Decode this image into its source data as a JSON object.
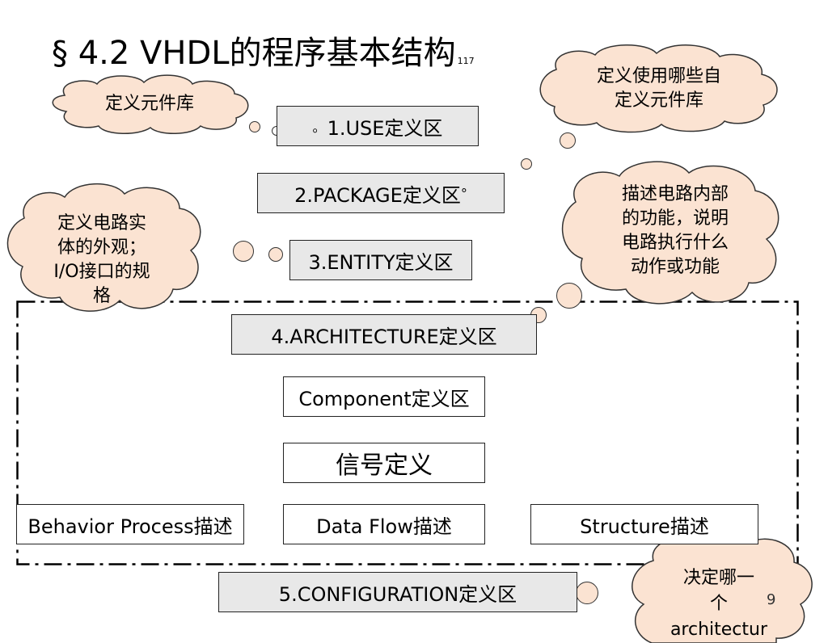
{
  "title": {
    "text": "§ 4.2 VHDL的程序基本结构",
    "sup": "117"
  },
  "sections": {
    "use": "1.USE定义区",
    "package": "2.PACKAGE定义区",
    "entity": "3.ENTITY定义区",
    "architecture": "4.ARCHITECTURE定义区",
    "component": "Component定义区",
    "signal": "信号定义",
    "behavior": "Behavior Process描述",
    "dataflow": "Data Flow描述",
    "structure": "Structure描述",
    "configuration": "5.CONFIGURATION定义区"
  },
  "callouts": {
    "library": "定义元件库",
    "custom_lib_line1": "定义使用哪些自",
    "custom_lib_line2": "定义元件库",
    "entity_line1": "定义电路实",
    "entity_line2": "体的外观；",
    "entity_line3": "I/O接口的规",
    "entity_line4": "格",
    "arch_line1": "描述电路内部",
    "arch_line2": "的功能，说明",
    "arch_line3": "电路执行什么",
    "arch_line4": "动作或功能",
    "config_line1": "决定哪一",
    "config_line2": "个",
    "config_line3": "architectur"
  },
  "stray_marks": {
    "use_dot": "。",
    "package_dot": "°"
  },
  "page_number": "9",
  "colors": {
    "cloud_fill": "#fbe3d2",
    "box_grey": "#e8e8e8",
    "frame": "#000000"
  }
}
